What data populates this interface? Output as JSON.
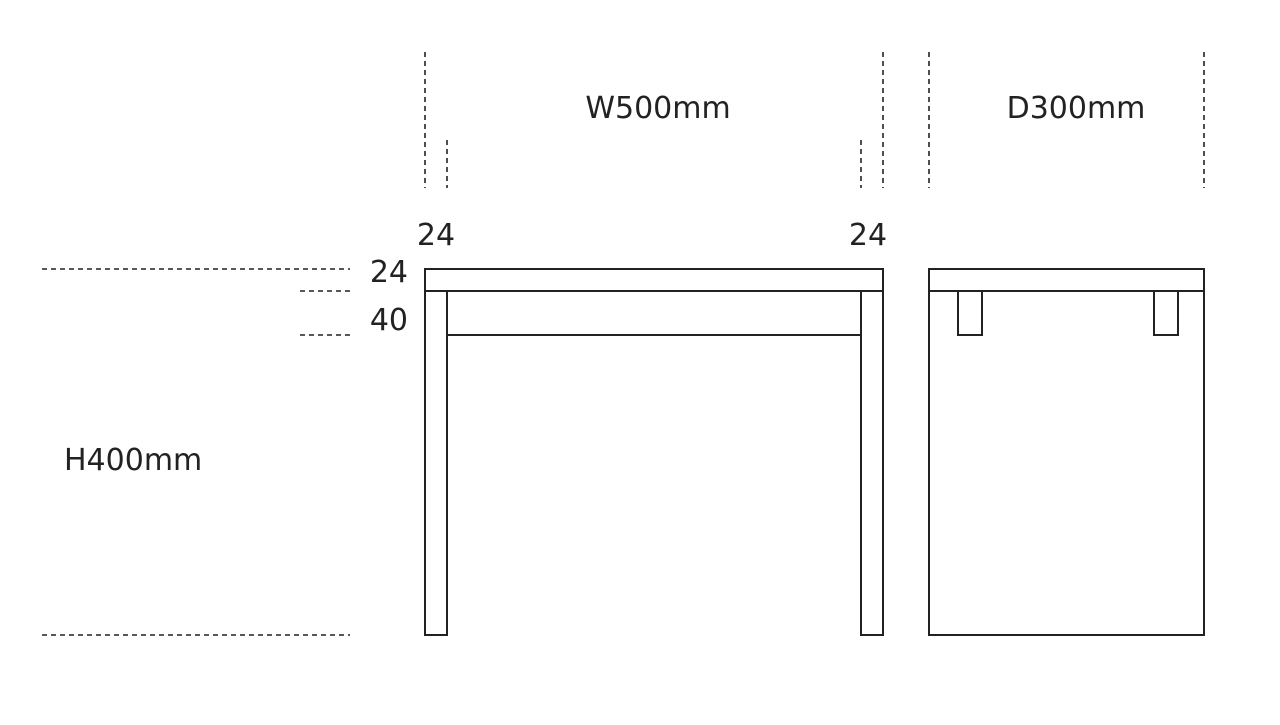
{
  "dimensions": {
    "width_label": "W500mm",
    "depth_label": "D300mm",
    "height_label": "H400mm",
    "leg_left_label": "24",
    "leg_right_label": "24",
    "top_thickness_label": "24",
    "apron_label": "40"
  },
  "colors": {
    "line": "#222222",
    "background": "#ffffff"
  }
}
